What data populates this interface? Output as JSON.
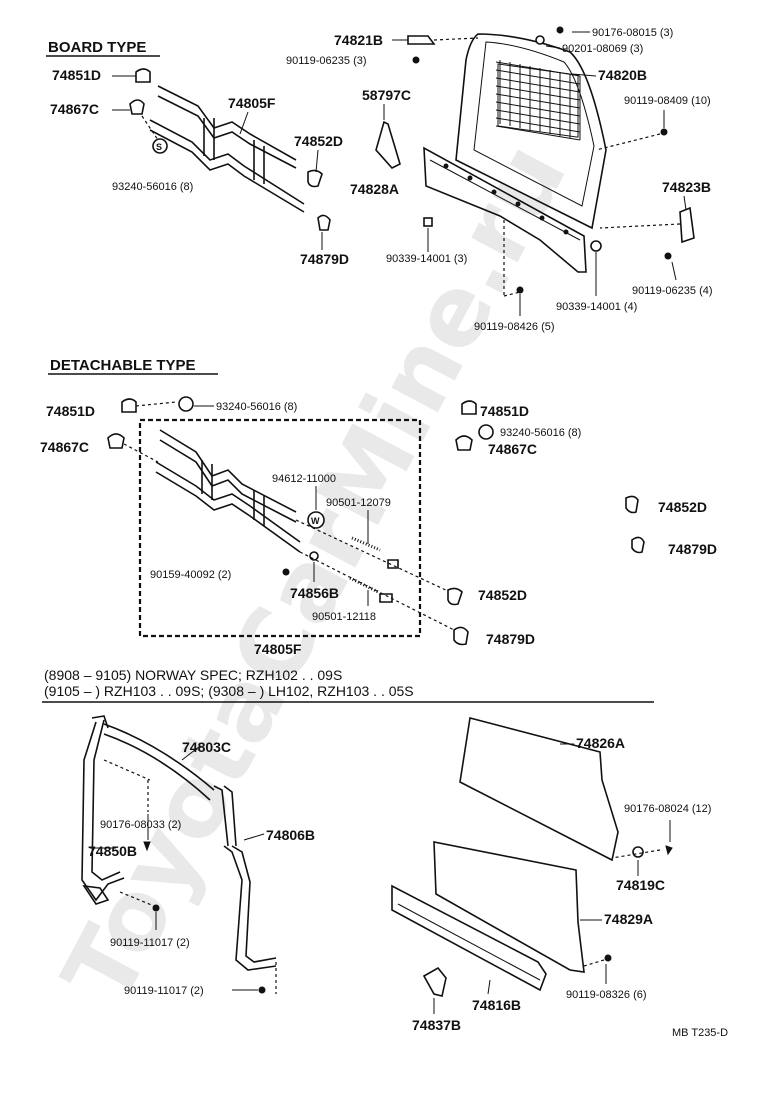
{
  "watermark": "ToyotaCarMine.ru",
  "sections": {
    "board": {
      "title": "BOARD TYPE"
    },
    "detachable": {
      "title": "DETACHABLE TYPE"
    },
    "spec": {
      "line1": "(8908 – 9105) NORWAY SPEC; RZH102 . . 09S",
      "line2": "(9105 –          ) RZH103 . . 09S; (9308 –          ) LH102, RZH103 . . 05S"
    }
  },
  "labels": {
    "b_74851D": "74851D",
    "b_74867C": "74867C",
    "b_93240": "93240-56016 (8)",
    "b_74805F": "74805F",
    "b_74852D": "74852D",
    "b_74879D": "74879D",
    "b_74821B": "74821B",
    "b_90119_06235_3": "90119-06235 (3)",
    "b_58797C": "58797C",
    "b_90176_08015": "90176-08015 (3)",
    "b_90201_08069": "90201-08069 (3)",
    "b_74820B": "74820B",
    "b_90119_08409": "90119-08409 (10)",
    "b_74828A": "74828A",
    "b_74823B": "74823B",
    "b_90339_a": "90339-14001 (3)",
    "b_90119_06235_4": "90119-06235 (4)",
    "b_90339_b": "90339-14001 (4)",
    "b_90119_08426": "90119-08426 (5)",
    "d_74851D_l": "74851D",
    "d_93240_l": "93240-56016 (8)",
    "d_74867C_l": "74867C",
    "d_74851D_r": "74851D",
    "d_93240_r": "93240-56016 (8)",
    "d_74867C_r": "74867C",
    "d_94612": "94612-11000",
    "d_90501_12079": "90501-12079",
    "d_90159": "90159-40092 (2)",
    "d_74856B": "74856B",
    "d_90501_12118": "90501-12118",
    "d_74852D": "74852D",
    "d_74879D": "74879D",
    "d_74805F": "74805F",
    "d_74852D_far": "74852D",
    "d_74879D_far": "74879D",
    "s_74803C": "74803C",
    "s_90176_08033": "90176-08033 (2)",
    "s_74850B": "74850B",
    "s_74806B": "74806B",
    "s_90119_11017_a": "90119-11017 (2)",
    "s_90119_11017_b": "90119-11017 (2)",
    "s_74826A": "74826A",
    "s_90176_08024": "90176-08024 (12)",
    "s_74819C": "74819C",
    "s_74829A": "74829A",
    "s_90119_08326": "90119-08326 (6)",
    "s_74837B": "74837B",
    "s_74816B": "74816B",
    "code": "MB T235-D"
  }
}
